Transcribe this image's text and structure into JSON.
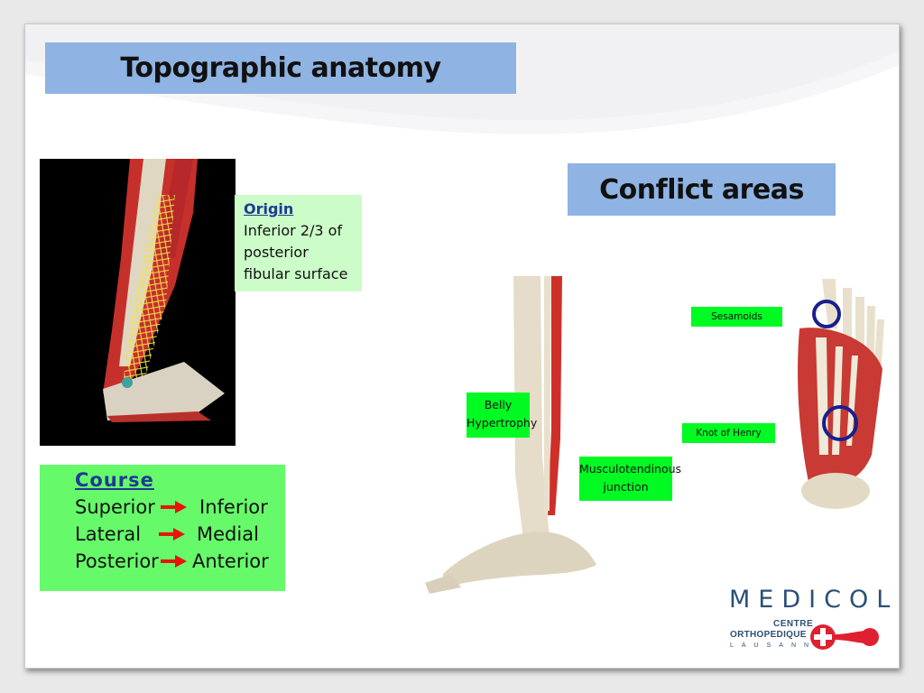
{
  "title": "Topographic anatomy",
  "conflict_title": "Conflict areas",
  "origin": {
    "heading": "Origin",
    "lines": [
      "Inferior 2/3 of",
      "posterior",
      "fibular surface"
    ]
  },
  "course": {
    "heading": "Course",
    "rows": [
      {
        "from": "Superior",
        "to": "Inferior"
      },
      {
        "from": "Lateral",
        "to": "Medial"
      },
      {
        "from": "Posterior",
        "to": "Anterior"
      }
    ]
  },
  "labels": {
    "belly": [
      "Belly",
      "Hypertrophy"
    ],
    "musculotendinous": [
      "Musculotendinous",
      "junction"
    ],
    "sesamoids": "Sesamoids",
    "knot": "Knot of Henry"
  },
  "logo": {
    "name": "MEDICOL",
    "line1": "CENTRE",
    "line2": "ORTHOPEDIQUE",
    "line3": "LAUSANNE"
  },
  "colors": {
    "title_box": "#8fb4e3",
    "origin_box": "#ccfcc8",
    "course_box": "#66fa6a",
    "label_tag": "#00fa22",
    "arrow": "#e8140c",
    "highlight_circle": "#1a1f8c",
    "logo": "#2c4f75",
    "logo_accent": "#e02030"
  }
}
